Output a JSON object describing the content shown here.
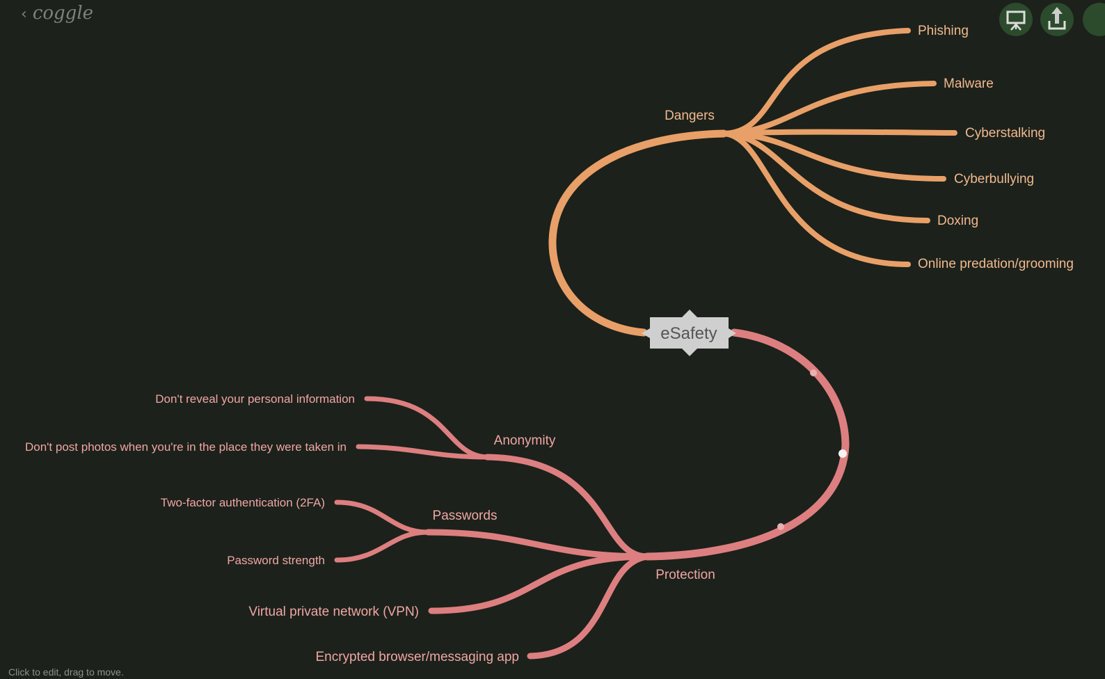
{
  "app": {
    "logo": "coggle",
    "back_icon": "chevron-left-icon",
    "hint": "Click to edit, drag to move."
  },
  "toolbar": {
    "present_icon": "presentation-icon",
    "share_icon": "share-upload-icon"
  },
  "colors": {
    "background": "#1c211b",
    "dangers": "#e8a068",
    "protection": "#dd7f80",
    "root": "#cfcfcf"
  },
  "map": {
    "root": "eSafety",
    "dangers": {
      "label": "Dangers",
      "children": [
        "Phishing",
        "Malware",
        "Cyberstalking",
        "Cyberbullying",
        "Doxing",
        "Online predation/grooming"
      ]
    },
    "protection": {
      "label": "Protection",
      "anonymity": {
        "label": "Anonymity",
        "children": [
          "Don't reveal your personal information",
          "Don't post photos when you're in the place they were taken in"
        ]
      },
      "passwords": {
        "label": "Passwords",
        "children": [
          "Two-factor authentication (2FA)",
          "Password strength"
        ]
      },
      "vpn": "Virtual private network (VPN)",
      "encrypted": "Encrypted browser/messaging app"
    }
  }
}
